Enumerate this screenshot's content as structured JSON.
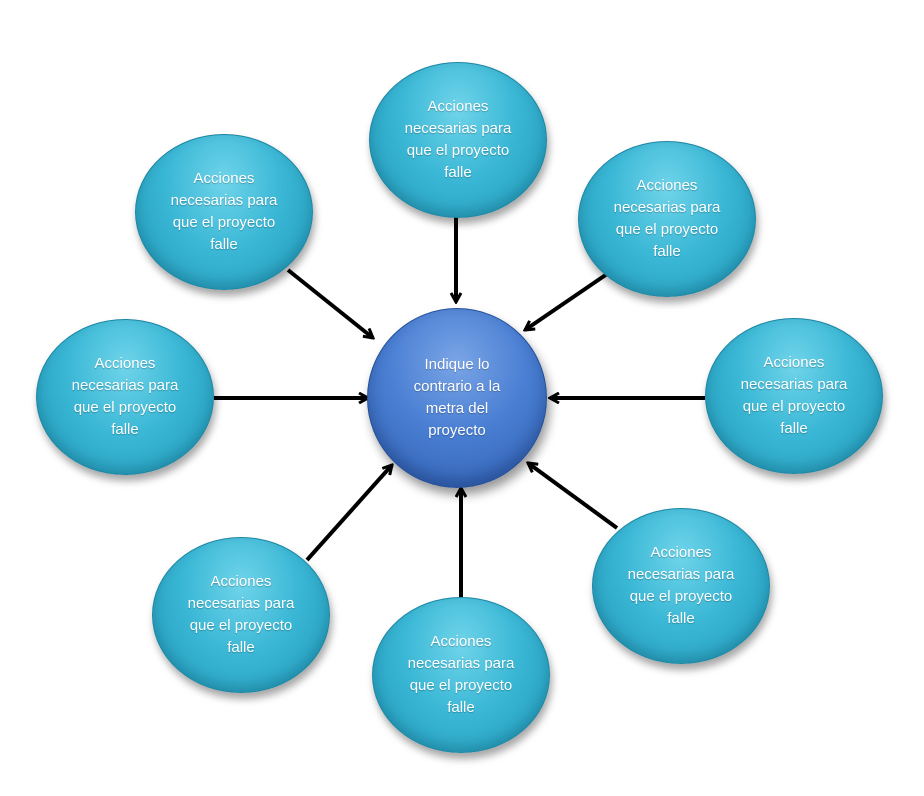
{
  "center": {
    "label": "Indique lo\ncontrario a  la\nmetra del\nproyecto"
  },
  "outer_nodes": [
    {
      "id": "top",
      "label": "Acciones\nnecesarias para\nque el proyecto\nfalle"
    },
    {
      "id": "top-right",
      "label": "Acciones\nnecesarias para\nque el proyecto\nfalle"
    },
    {
      "id": "right",
      "label": "Acciones\nnecesarias para\nque el proyecto\nfalle"
    },
    {
      "id": "bottom-right",
      "label": "Acciones\nnecesarias para\nque el proyecto\nfalle"
    },
    {
      "id": "bottom",
      "label": "Acciones\nnecesarias para\nque el proyecto\nfalle"
    },
    {
      "id": "bottom-left",
      "label": "Acciones\nnecesarias para\nque el proyecto\nfalle"
    },
    {
      "id": "left",
      "label": "Acciones\nnecesarias para\nque el proyecto\nfalle"
    },
    {
      "id": "top-left",
      "label": "Acciones\nnecesarias para\nque el proyecto\nfalle"
    }
  ],
  "colors": {
    "outer_fill": "#3bb8d6",
    "center_fill": "#4a7fd3",
    "arrow": "#000000",
    "text": "#ffffff"
  }
}
